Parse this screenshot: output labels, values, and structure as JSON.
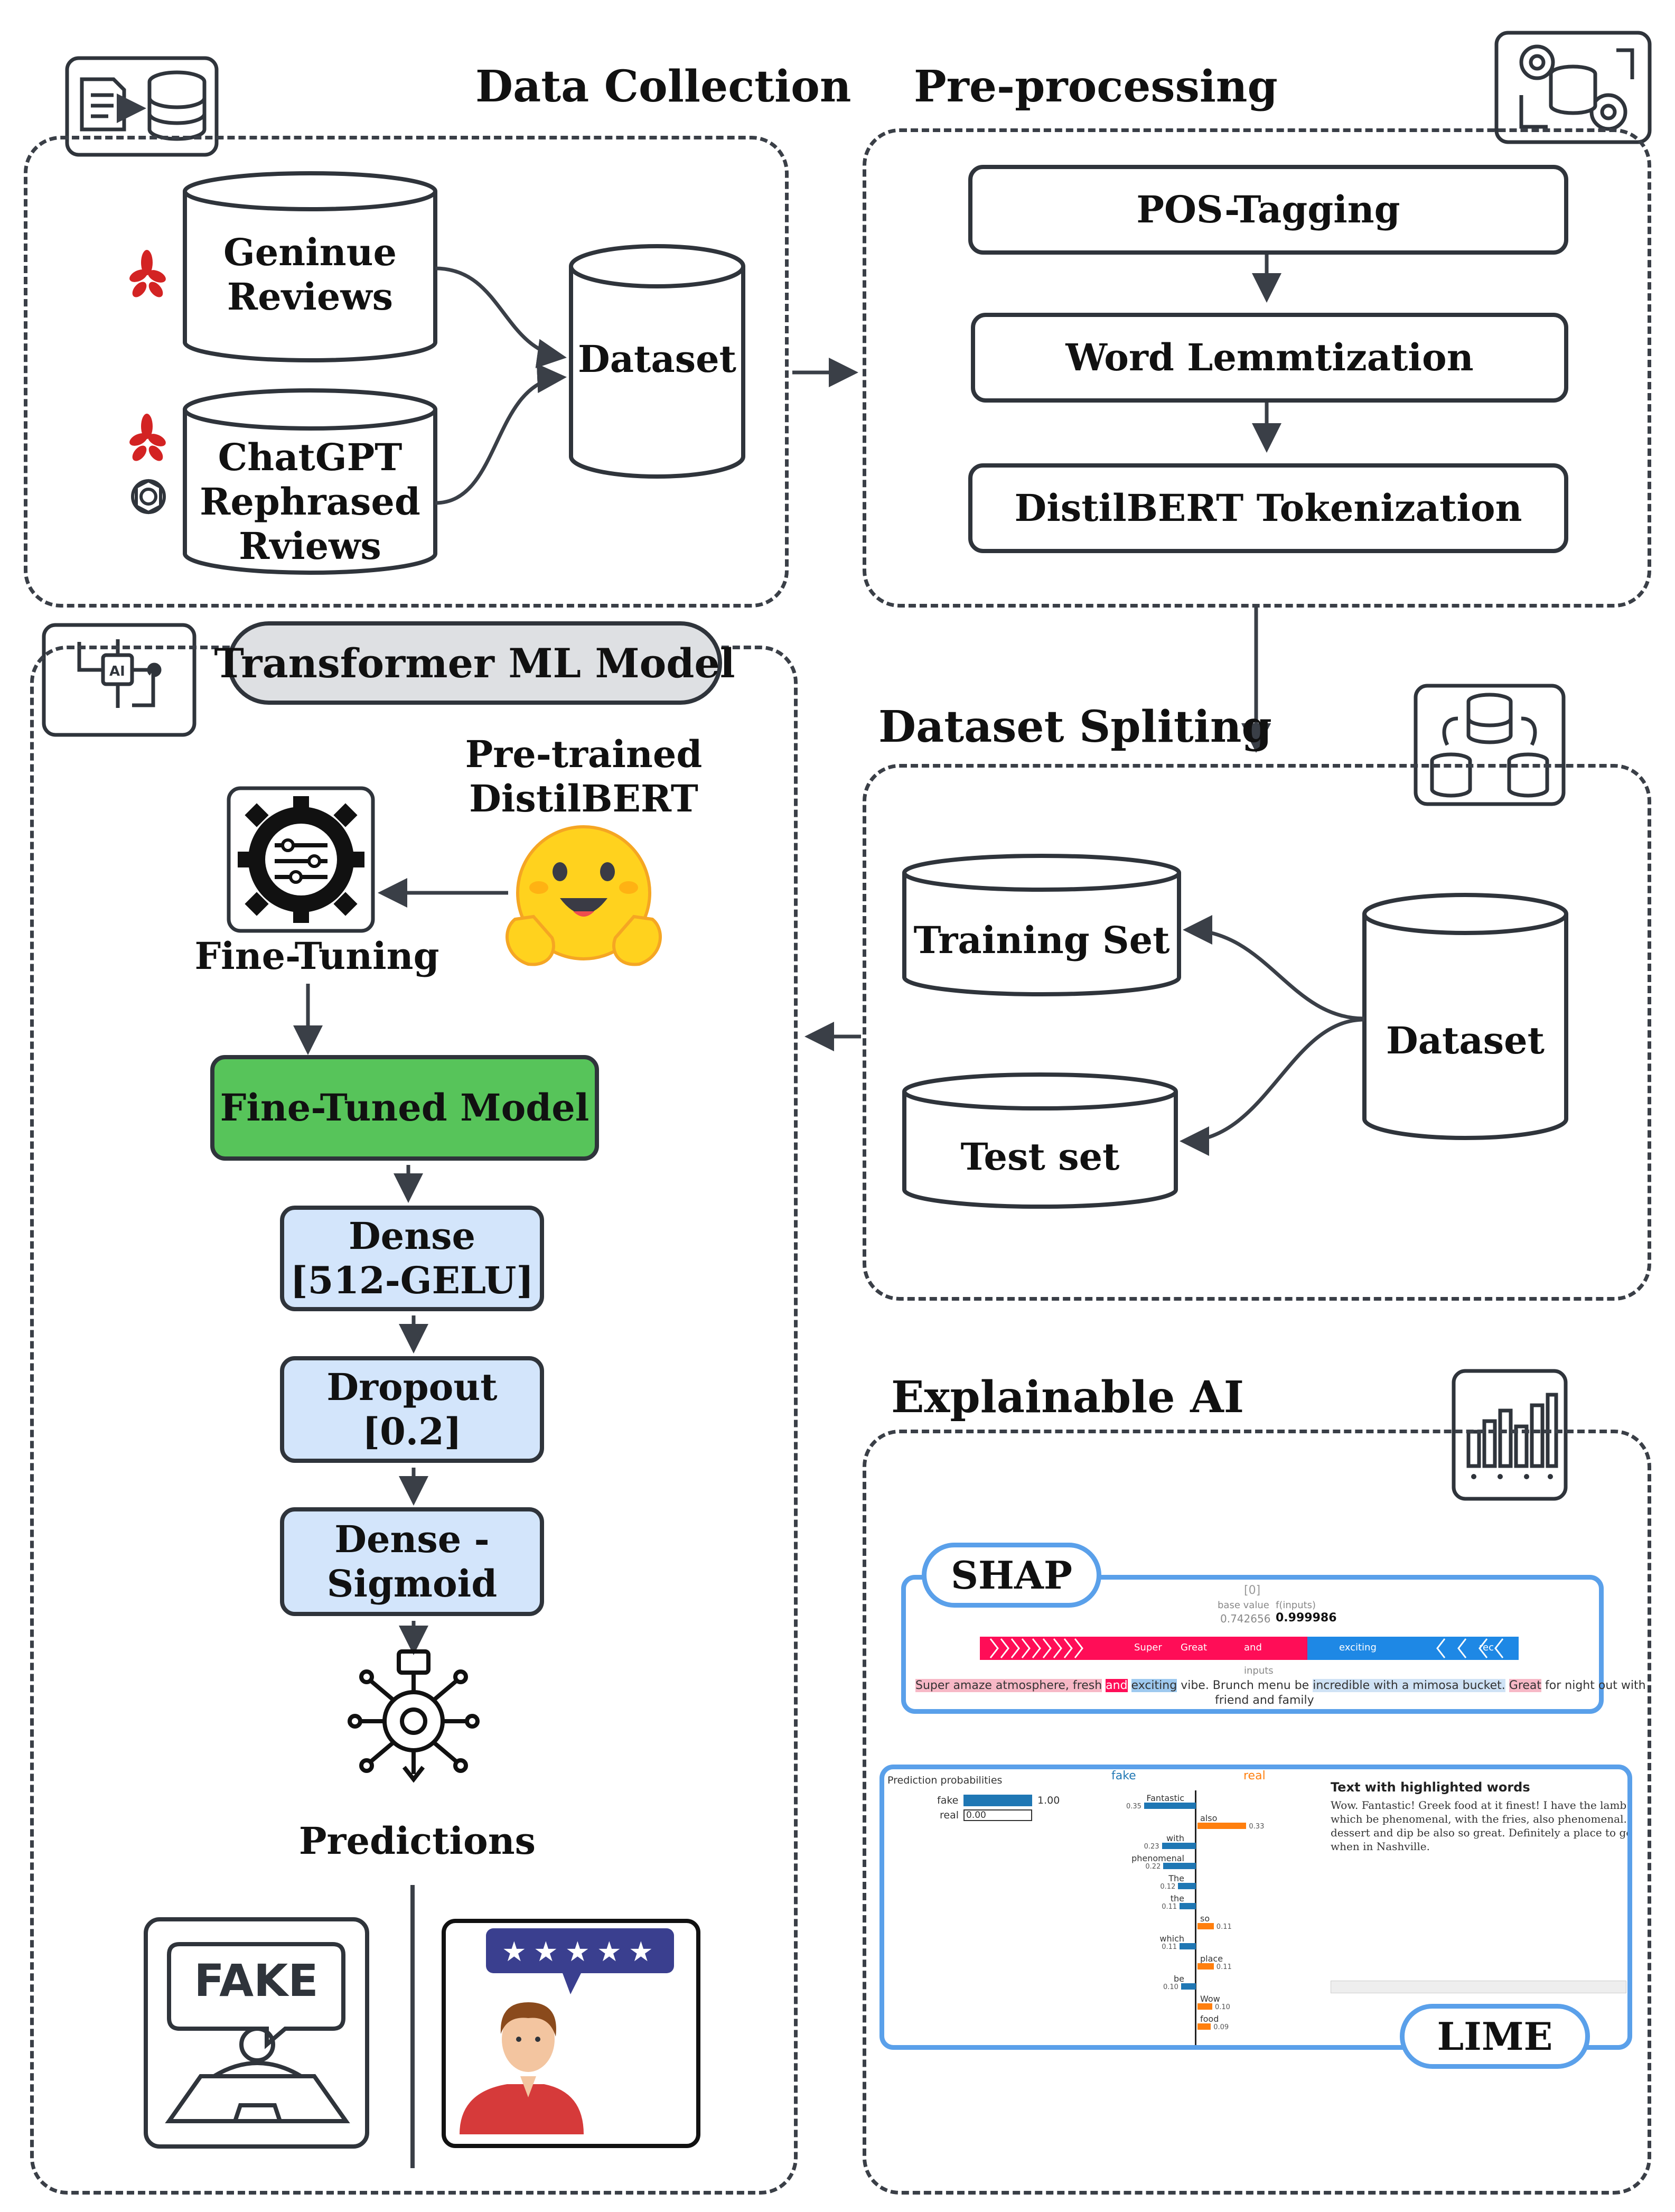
{
  "sections": {
    "data_collection": "Data Collection",
    "preprocessing": "Pre-processing",
    "dataset_splitting": "Dataset Spliting",
    "transformer_model": "Transformer ML Model",
    "explainable_ai": "Explainable AI"
  },
  "data_collection": {
    "genuine_line1": "Geninue",
    "genuine_line2": "Reviews",
    "chatgpt_line1": "ChatGPT",
    "chatgpt_line2": "Rephrased",
    "chatgpt_line3": "Rviews",
    "dataset": "Dataset"
  },
  "preprocessing": {
    "step1": "POS-Tagging",
    "step2": "Word Lemmtization",
    "step3": "DistilBERT Tokenization"
  },
  "splitting": {
    "training": "Training Set",
    "test": "Test set",
    "dataset": "Dataset"
  },
  "model": {
    "pretrained_line1": "Pre-trained",
    "pretrained_line2": "DistilBERT",
    "fine_tuning": "Fine-Tuning",
    "fine_tuned": "Fine-Tuned Model",
    "dense1_line1": "Dense",
    "dense1_line2": "[512-GELU]",
    "dropout_line1": "Dropout",
    "dropout_line2": "[0.2]",
    "dense2_line1": "Dense -",
    "dense2_line2": "Sigmoid",
    "predictions": "Predictions",
    "fake_label": "FAKE"
  },
  "xai": {
    "shap_label": "SHAP",
    "lime_label": "LIME",
    "shap": {
      "index": "[0]",
      "base_value_label": "base value",
      "fx_label": "f(inputs)",
      "base_value": "0.742656",
      "fx_value": "0.999986",
      "bar_words": [
        "Super",
        "Great",
        "and",
        "exciting",
        "rec"
      ],
      "inputs_label": "inputs",
      "text_pre": "Super amaze atmosphere, fresh",
      "text_and": "and",
      "text_exciting": "exciting",
      "text_mid": "vibe. Brunch menu be",
      "text_incredible": "incredible with a mimosa bucket.",
      "text_great": "Great",
      "text_post": "for night out with",
      "text_line2": "friend and family"
    },
    "lime": {
      "pred_title": "Prediction probabilities",
      "classes": [
        {
          "name": "fake",
          "value": "1.00"
        },
        {
          "name": "real",
          "value": "0.00"
        }
      ],
      "col_fake": "fake",
      "col_real": "real",
      "features": [
        {
          "word": "Fantastic",
          "value": "0.35",
          "side": "fake"
        },
        {
          "word": "also",
          "value": "0.33",
          "side": "real"
        },
        {
          "word": "with",
          "value": "0.23",
          "side": "fake"
        },
        {
          "word": "phenomenal",
          "value": "0.22",
          "side": "fake"
        },
        {
          "word": "The",
          "value": "0.12",
          "side": "fake"
        },
        {
          "word": "the",
          "value": "0.11",
          "side": "fake"
        },
        {
          "word": "so",
          "value": "0.11",
          "side": "real"
        },
        {
          "word": "which",
          "value": "0.11",
          "side": "fake"
        },
        {
          "word": "place",
          "value": "0.11",
          "side": "real"
        },
        {
          "word": "be",
          "value": "0.10",
          "side": "fake"
        },
        {
          "word": "Wow",
          "value": "0.10",
          "side": "real"
        },
        {
          "word": "food",
          "value": "0.09",
          "side": "real"
        }
      ],
      "text_title": "Text with highlighted words",
      "text_line1": "Wow. Fantastic! Greek food at it finest! I have the lamb pita,",
      "text_line2": "which be phenomenal, with the fries, also phenomenal. The",
      "text_line3": "dessert and dip be also so great. Definitely a place to go to",
      "text_line4": "when in Nashville."
    }
  },
  "colors": {
    "accent_blue": "#5aa0ea",
    "green_box": "#57c45a",
    "light_blue_box": "#d3e5fb",
    "yelp_red": "#d32323",
    "shap_red": "#ff0d57",
    "shap_blue": "#1e88e5"
  }
}
